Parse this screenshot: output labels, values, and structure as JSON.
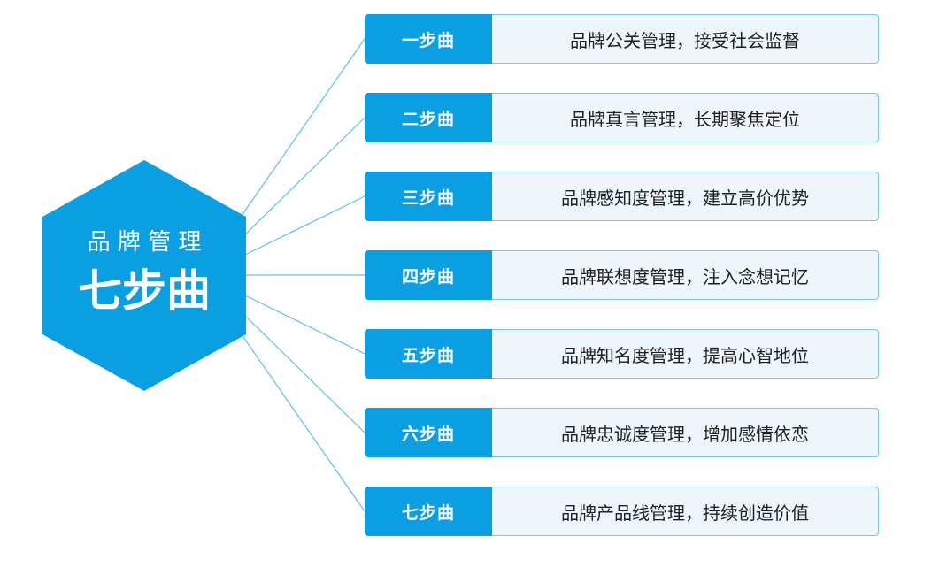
{
  "hub": {
    "subtitle": "品 牌 管 理",
    "title": "七步曲",
    "color": "#0a9ee2"
  },
  "steps": [
    {
      "label": "一步曲",
      "text": "品牌公关管理，接受社会监督"
    },
    {
      "label": "二步曲",
      "text": "品牌真言管理，长期聚焦定位"
    },
    {
      "label": "三步曲",
      "text": "品牌感知度管理，建立高价优势"
    },
    {
      "label": "四步曲",
      "text": "品牌联想度管理，注入念想记忆"
    },
    {
      "label": "五步曲",
      "text": "品牌知名度管理，提高心智地位"
    },
    {
      "label": "六步曲",
      "text": "品牌忠诚度管理，增加感情依恋"
    },
    {
      "label": "七步曲",
      "text": "品牌产品线管理，持续创造价值"
    }
  ],
  "colors": {
    "accent": "#0a9ee2",
    "connector": "#5cc0ef",
    "desc_bg": "#eef6fc",
    "desc_border": "#79c6ea"
  }
}
